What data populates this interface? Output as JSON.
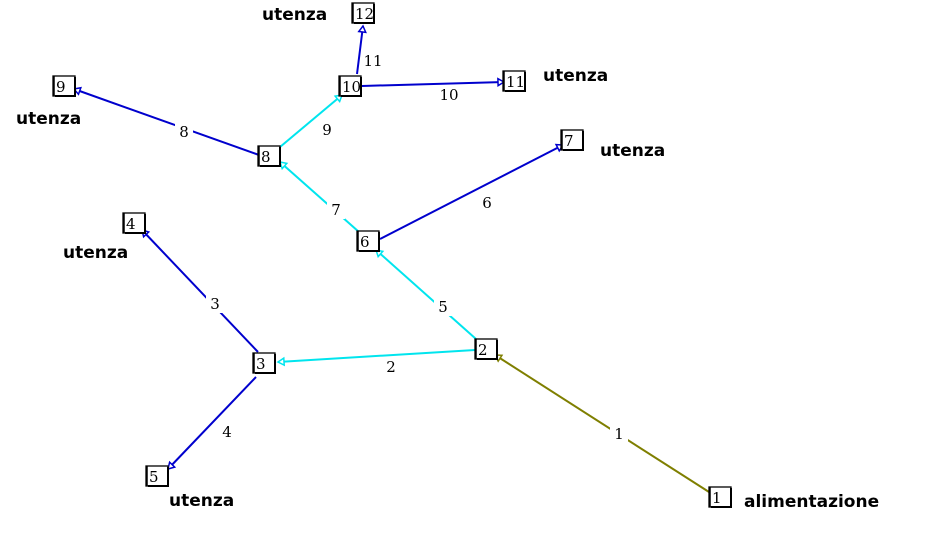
{
  "colors": {
    "supply": "#7f7f00",
    "trunk": "#00e5ee",
    "branch": "#0000cd",
    "source_node_text": "#ff0000"
  },
  "nodes": [
    {
      "id": "1",
      "role": "alimentazione"
    },
    {
      "id": "2",
      "role": ""
    },
    {
      "id": "3",
      "role": ""
    },
    {
      "id": "4",
      "role": "utenza"
    },
    {
      "id": "5",
      "role": "utenza"
    },
    {
      "id": "6",
      "role": ""
    },
    {
      "id": "7",
      "role": "utenza"
    },
    {
      "id": "8",
      "role": ""
    },
    {
      "id": "9",
      "role": "utenza"
    },
    {
      "id": "10",
      "role": ""
    },
    {
      "id": "11",
      "role": "utenza"
    },
    {
      "id": "12",
      "role": "utenza"
    }
  ],
  "edges": [
    {
      "id": "1",
      "from": "1",
      "to": "2",
      "kind": "supply"
    },
    {
      "id": "2",
      "from": "2",
      "to": "3",
      "kind": "trunk"
    },
    {
      "id": "3",
      "from": "3",
      "to": "4",
      "kind": "branch"
    },
    {
      "id": "4",
      "from": "3",
      "to": "5",
      "kind": "branch"
    },
    {
      "id": "5",
      "from": "2",
      "to": "6",
      "kind": "trunk"
    },
    {
      "id": "6",
      "from": "6",
      "to": "7",
      "kind": "branch"
    },
    {
      "id": "7",
      "from": "6",
      "to": "8",
      "kind": "trunk"
    },
    {
      "id": "8",
      "from": "8",
      "to": "9",
      "kind": "branch"
    },
    {
      "id": "9",
      "from": "8",
      "to": "10",
      "kind": "trunk"
    },
    {
      "id": "10",
      "from": "10",
      "to": "11",
      "kind": "branch"
    },
    {
      "id": "11",
      "from": "10",
      "to": "12",
      "kind": "branch"
    }
  ]
}
